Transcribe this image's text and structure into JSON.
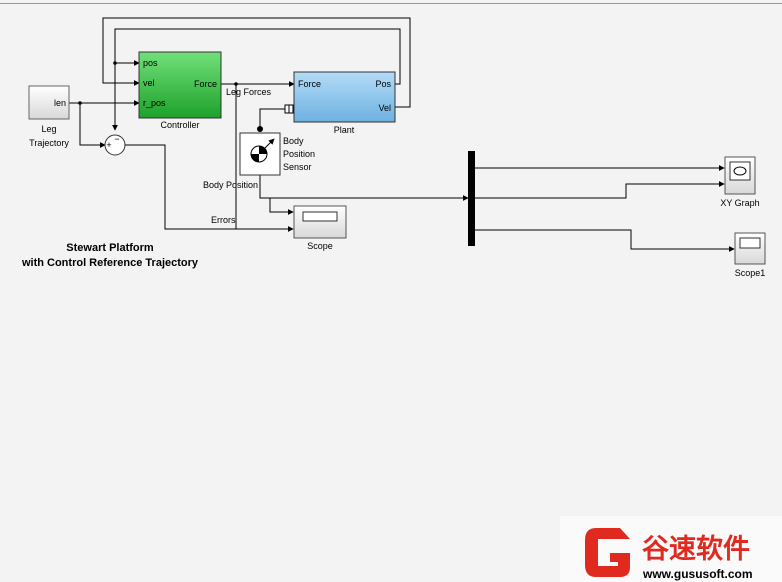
{
  "diagram": {
    "title_line1": "Stewart Platform",
    "title_line2": "with Control Reference Trajectory",
    "blocks": {
      "leg_trajectory": {
        "port_label": "len",
        "name_line1": "Leg",
        "name_line2": "Trajectory"
      },
      "controller": {
        "name": "Controller",
        "in_pos": "pos",
        "in_vel": "vel",
        "in_rpos": "r_pos",
        "out_force": "Force",
        "color": "#3cc24a"
      },
      "plant": {
        "name": "Plant",
        "in_force": "Force",
        "out_pos": "Pos",
        "out_vel": "Vel",
        "color": "#8cc3ea"
      },
      "sensor": {
        "name_line1": "Body",
        "name_line2": "Position",
        "name_line3": "Sensor"
      },
      "sum": {
        "plus": "+",
        "minus": "−"
      },
      "scope": {
        "name": "Scope"
      },
      "xy_graph": {
        "name": "XY Graph"
      },
      "scope1": {
        "name": "Scope1"
      }
    },
    "signals": {
      "leg_forces": "Leg Forces",
      "body_position": "Body Position",
      "errors": "Errors"
    }
  },
  "watermark": {
    "brand_cn": "谷速软件",
    "url": "www.gususoft.com",
    "color": "#e02a20"
  }
}
